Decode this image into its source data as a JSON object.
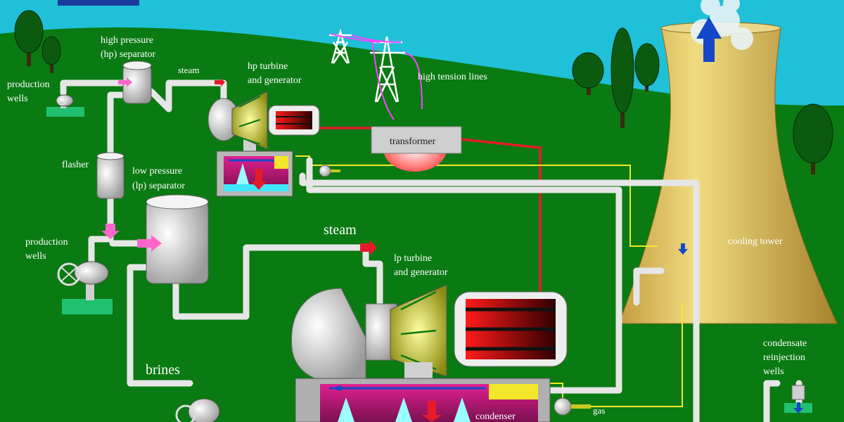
{
  "labels": {
    "prod_wells_top_1": "production",
    "prod_wells_top_2": "wells",
    "hp_sep_1": "high pressure",
    "hp_sep_2": "(hp) separator",
    "steam_small": "steam",
    "hp_turbine_1": "hp turbine",
    "hp_turbine_2": "and generator",
    "high_tension": "high tension lines",
    "transformer": "transformer",
    "flasher": "flasher",
    "lp_sep_1": "low pressure",
    "lp_sep_2": "(lp) separator",
    "prod_wells_low_1": "production",
    "prod_wells_low_2": "wells",
    "steam_big": "steam",
    "lp_turbine_1": "lp turbine",
    "lp_turbine_2": "and generator",
    "cooling_tower": "cooling tower",
    "brines": "brines",
    "condenser": "condenser",
    "gas": "gas",
    "reinjection_1": "condensate",
    "reinjection_2": "reinjection",
    "reinjection_3": "wells"
  },
  "colors": {
    "sky": "#1fc0d8",
    "grass": "#0a7a12",
    "pipe": "#e6e6e6",
    "steam_arrow": "#e51b2a",
    "flow_arrow": "#ff66cc",
    "power_line": "#e51b2a",
    "signal_line": "#f2e829",
    "tower": "#d8bf60",
    "condenser_fill": "#b51a7a",
    "water": "#40e6ff"
  }
}
